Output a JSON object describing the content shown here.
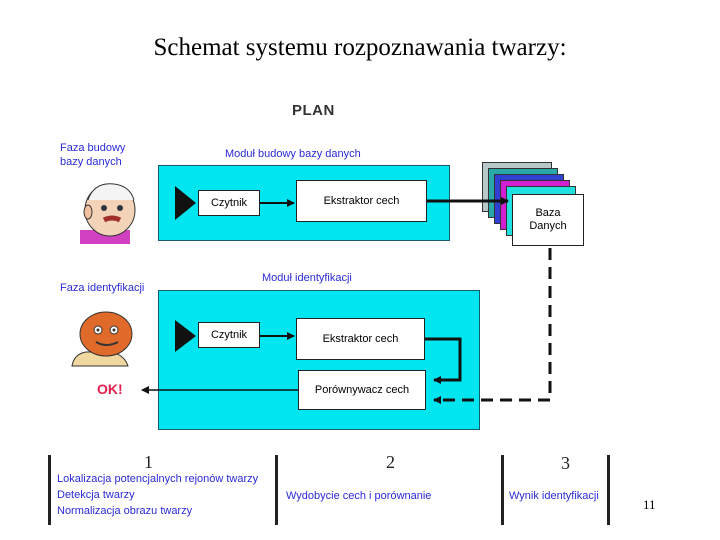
{
  "title": "Schemat systemu rozpoznawania twarzy:",
  "plan": "PLAN",
  "phase_build": [
    "Faza budowy",
    "bazy danych"
  ],
  "phase_ident": "Faza identyfikacji",
  "module_build_label": "Moduł budowy bazy danych",
  "module_ident_label": "Moduł identyfikacji",
  "reader": "Czytnik",
  "extractor": "Ekstraktor cech",
  "comparator": "Porównywacz cech",
  "database": [
    "Baza",
    "Danych"
  ],
  "ok": "OK!",
  "steps": [
    {
      "num": "1",
      "lines": [
        "Lokalizacja potencjalnych rejonów twarzy",
        "Detekcja twarzy",
        "Normalizacja obrazu twarzy"
      ]
    },
    {
      "num": "2",
      "lines": [
        "Wydobycie cech i porównanie"
      ]
    },
    {
      "num": "3",
      "lines": [
        "Wynik identyfikacji"
      ]
    }
  ],
  "page_number": "11",
  "colors": {
    "module": "#00e6f0",
    "label": "#2b2bd6",
    "ok": "#e0204a"
  },
  "icons": {
    "face_top": "man-face-icon",
    "face_bottom": "orange-face-icon"
  }
}
